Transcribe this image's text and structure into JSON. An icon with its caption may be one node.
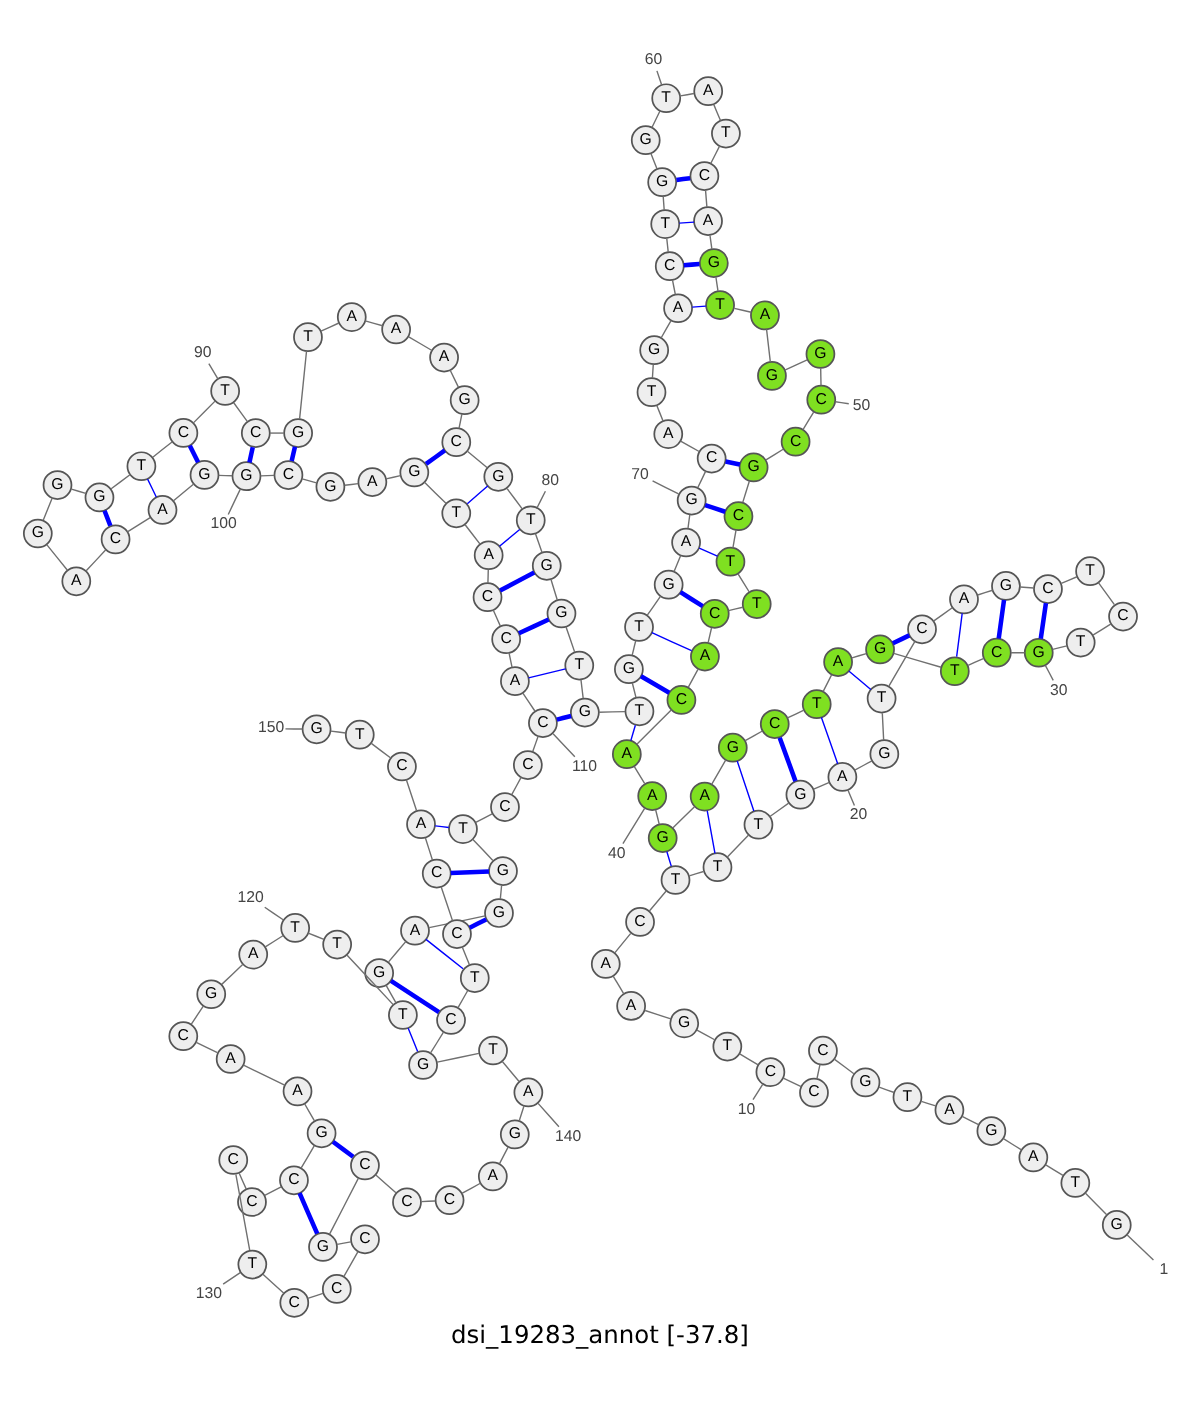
{
  "diagram": {
    "caption": "dsi_19283_annot [-37.8]",
    "nodes": [
      {
        "text": [
          "G"
        ]
      },
      {
        "text": [
          "T"
        ]
      },
      {
        "text": [
          "A"
        ]
      },
      {
        "text": [
          "G"
        ]
      },
      {
        "text": [
          "A"
        ]
      },
      {
        "text": [
          "T"
        ]
      },
      {
        "text": [
          "G"
        ]
      },
      {
        "text": [
          "C"
        ]
      },
      {
        "text": [
          "C"
        ]
      },
      {
        "text": [
          "C"
        ]
      },
      {
        "text": [
          "T"
        ]
      },
      {
        "text": [
          "G"
        ]
      },
      {
        "text": [
          "A"
        ]
      },
      {
        "text": [
          "A"
        ]
      },
      {
        "text": [
          "C"
        ]
      },
      {
        "text": [
          "T"
        ]
      },
      {
        "text": [
          "T"
        ]
      },
      {
        "text": [
          "T"
        ]
      },
      {
        "text": [
          "G"
        ]
      },
      {
        "text": [
          "A"
        ]
      },
      {
        "text": [
          "G"
        ]
      },
      {
        "text": [
          "T"
        ]
      },
      {
        "text": [
          "C"
        ]
      },
      {
        "text": [
          "A"
        ]
      },
      {
        "text": [
          "G"
        ]
      },
      {
        "text": [
          "C"
        ]
      },
      {
        "text": [
          "T"
        ]
      },
      {
        "text": [
          "C"
        ]
      },
      {
        "text": [
          "T"
        ]
      },
      {
        "text": [
          "G"
        ]
      },
      {
        "text": [
          "C"
        ]
      },
      {
        "text": [
          "T"
        ]
      },
      {
        "text": [
          "G"
        ]
      },
      {
        "text": [
          "A"
        ]
      },
      {
        "text": [
          "T"
        ]
      },
      {
        "text": [
          "C"
        ]
      },
      {
        "text": [
          "G"
        ]
      },
      {
        "text": [
          "A"
        ]
      },
      {
        "text": [
          "G"
        ]
      },
      {
        "text": [
          "A"
        ]
      },
      {
        "text": [
          "A"
        ]
      },
      {
        "text": [
          "C"
        ]
      },
      {
        "text": [
          "A"
        ]
      },
      {
        "text": [
          "C"
        ]
      },
      {
        "text": [
          "T"
        ]
      },
      {
        "text": [
          "T"
        ]
      },
      {
        "text": [
          "C"
        ]
      },
      {
        "text": [
          "G"
        ]
      },
      {
        "text": [
          "C"
        ]
      },
      {
        "text": [
          "C"
        ]
      },
      {
        "text": [
          "G"
        ]
      },
      {
        "text": [
          "G"
        ]
      },
      {
        "text": [
          "A"
        ]
      },
      {
        "text": [
          "T"
        ]
      },
      {
        "text": [
          "G"
        ]
      },
      {
        "text": [
          "A"
        ]
      },
      {
        "text": [
          "C"
        ]
      },
      {
        "text": [
          "T"
        ]
      },
      {
        "text": [
          "A"
        ]
      },
      {
        "text": [
          "T"
        ]
      },
      {
        "text": [
          "G"
        ]
      },
      {
        "text": [
          "G"
        ]
      },
      {
        "text": [
          "T"
        ]
      },
      {
        "text": [
          "C"
        ]
      },
      {
        "text": [
          "A"
        ]
      },
      {
        "text": [
          "G"
        ]
      },
      {
        "text": [
          "T"
        ]
      },
      {
        "text": [
          "A"
        ]
      },
      {
        "text": [
          "C"
        ]
      },
      {
        "text": [
          "G"
        ]
      },
      {
        "text": [
          "A"
        ]
      },
      {
        "text": [
          "G"
        ]
      },
      {
        "text": [
          "T"
        ]
      },
      {
        "text": [
          "G"
        ]
      },
      {
        "text": [
          "T"
        ]
      },
      {
        "text": [
          "G"
        ]
      },
      {
        "text": [
          "T"
        ]
      },
      {
        "text": [
          "G"
        ]
      },
      {
        "text": [
          "G"
        ]
      },
      {
        "text": [
          "T"
        ]
      },
      {
        "text": [
          "G"
        ]
      },
      {
        "text": [
          "C"
        ]
      },
      {
        "text": [
          "G"
        ]
      },
      {
        "text": [
          "A"
        ]
      },
      {
        "text": [
          "A"
        ]
      },
      {
        "text": [
          "A"
        ]
      },
      {
        "text": [
          "T"
        ]
      },
      {
        "text": [
          "G"
        ]
      },
      {
        "text": [
          "C"
        ]
      },
      {
        "text": [
          "T"
        ]
      },
      {
        "text": [
          "C"
        ]
      },
      {
        "text": [
          "T"
        ]
      },
      {
        "text": [
          "G"
        ]
      },
      {
        "text": [
          "G"
        ]
      },
      {
        "text": [
          "G"
        ]
      },
      {
        "text": [
          "A"
        ]
      },
      {
        "text": [
          "C"
        ]
      },
      {
        "text": [
          "A"
        ]
      },
      {
        "text": [
          "G"
        ]
      },
      {
        "text": [
          "G"
        ]
      },
      {
        "text": [
          "C"
        ]
      },
      {
        "text": [
          "G"
        ]
      },
      {
        "text": [
          "A"
        ]
      },
      {
        "text": [
          "G"
        ]
      },
      {
        "text": [
          "T"
        ]
      },
      {
        "text": [
          "A"
        ]
      },
      {
        "text": [
          "C"
        ]
      },
      {
        "text": [
          "C"
        ]
      },
      {
        "text": [
          "A"
        ]
      },
      {
        "text": [
          "C"
        ]
      },
      {
        "text": [
          "C"
        ]
      },
      {
        "text": [
          "C"
        ]
      },
      {
        "text": [
          "T"
        ]
      },
      {
        "text": [
          "G"
        ]
      },
      {
        "text": [
          "G"
        ]
      },
      {
        "text": [
          "A"
        ]
      },
      {
        "text": [
          "G"
        ]
      },
      {
        "text": [
          "T"
        ]
      },
      {
        "text": [
          "T"
        ]
      },
      {
        "text": [
          "T"
        ]
      },
      {
        "text": [
          "A"
        ]
      },
      {
        "text": [
          "G"
        ]
      },
      {
        "text": [
          "C"
        ]
      },
      {
        "text": [
          "A"
        ]
      },
      {
        "text": [
          "A"
        ]
      },
      {
        "text": [
          "G"
        ]
      },
      {
        "text": [
          "C"
        ]
      },
      {
        "text": [
          "C"
        ]
      },
      {
        "text": [
          "C"
        ]
      },
      {
        "text": [
          "T"
        ]
      },
      {
        "text": [
          "C"
        ]
      },
      {
        "text": [
          "C"
        ]
      },
      {
        "text": [
          "C"
        ]
      },
      {
        "text": [
          "G"
        ]
      },
      {
        "text": [
          "C"
        ]
      },
      {
        "text": [
          "C"
        ]
      },
      {
        "text": [
          "C"
        ]
      },
      {
        "text": [
          "A"
        ]
      },
      {
        "text": [
          "G"
        ]
      },
      {
        "text": [
          "A"
        ]
      },
      {
        "text": [
          "T"
        ]
      },
      {
        "text": [
          "G"
        ]
      },
      {
        "text": [
          "C"
        ]
      },
      {
        "text": [
          "T"
        ]
      },
      {
        "text": [
          "C"
        ]
      },
      {
        "text": [
          "C"
        ]
      },
      {
        "text": [
          "A"
        ]
      },
      {
        "text": [
          "C"
        ]
      },
      {
        "text": [
          "T"
        ]
      },
      {
        "text": [
          "G"
        ]
      },
      {
        "text": [
          "1"
        ]
      },
      {
        "text": [
          "10"
        ]
      },
      {
        "text": [
          "20"
        ]
      },
      {
        "text": [
          "30"
        ]
      },
      {
        "text": [
          "40"
        ]
      },
      {
        "text": [
          "50"
        ]
      },
      {
        "text": [
          "60"
        ]
      },
      {
        "text": [
          "70"
        ]
      },
      {
        "text": [
          "80"
        ]
      },
      {
        "text": [
          "90"
        ]
      },
      {
        "text": [
          "100"
        ]
      },
      {
        "text": [
          "110"
        ]
      },
      {
        "text": [
          "120"
        ]
      },
      {
        "text": [
          "130"
        ]
      },
      {
        "text": [
          "140"
        ]
      },
      {
        "text": [
          "150"
        ]
      }
    ],
    "edges": [
      {
        "from": 0,
        "to": 1,
        "arrow": "none"
      },
      {
        "from": 1,
        "to": 2,
        "arrow": "none"
      },
      {
        "from": 2,
        "to": 3,
        "arrow": "none"
      },
      {
        "from": 3,
        "to": 4,
        "arrow": "none"
      },
      {
        "from": 4,
        "to": 5,
        "arrow": "none"
      },
      {
        "from": 5,
        "to": 6,
        "arrow": "none"
      },
      {
        "from": 6,
        "to": 7,
        "arrow": "none"
      },
      {
        "from": 7,
        "to": 8,
        "arrow": "none"
      },
      {
        "from": 8,
        "to": 9,
        "arrow": "none"
      },
      {
        "from": 9,
        "to": 10,
        "arrow": "none"
      },
      {
        "from": 10,
        "to": 11,
        "arrow": "none"
      },
      {
        "from": 11,
        "to": 12,
        "arrow": "none"
      },
      {
        "from": 12,
        "to": 13,
        "arrow": "none"
      },
      {
        "from": 13,
        "to": 14,
        "arrow": "none"
      },
      {
        "from": 14,
        "to": 15,
        "arrow": "none"
      },
      {
        "from": 15,
        "to": 16,
        "arrow": "none"
      },
      {
        "from": 16,
        "to": 17,
        "arrow": "none"
      },
      {
        "from": 17,
        "to": 18,
        "arrow": "none"
      },
      {
        "from": 18,
        "to": 19,
        "arrow": "none"
      },
      {
        "from": 19,
        "to": 20,
        "arrow": "none"
      },
      {
        "from": 20,
        "to": 21,
        "arrow": "none"
      },
      {
        "from": 21,
        "to": 22,
        "arrow": "none"
      },
      {
        "from": 22,
        "to": 23,
        "arrow": "none"
      },
      {
        "from": 23,
        "to": 24,
        "arrow": "none"
      },
      {
        "from": 24,
        "to": 25,
        "arrow": "none"
      },
      {
        "from": 25,
        "to": 26,
        "arrow": "none"
      },
      {
        "from": 26,
        "to": 27,
        "arrow": "none"
      },
      {
        "from": 27,
        "to": 28,
        "arrow": "none"
      },
      {
        "from": 28,
        "to": 29,
        "arrow": "none"
      },
      {
        "from": 29,
        "to": 30,
        "arrow": "none"
      },
      {
        "from": 30,
        "to": 31,
        "arrow": "none"
      },
      {
        "from": 31,
        "to": 32,
        "arrow": "none"
      },
      {
        "from": 32,
        "to": 33,
        "arrow": "none"
      },
      {
        "from": 33,
        "to": 34,
        "arrow": "none"
      },
      {
        "from": 34,
        "to": 35,
        "arrow": "none"
      },
      {
        "from": 35,
        "to": 36,
        "arrow": "none"
      },
      {
        "from": 36,
        "to": 37,
        "arrow": "none"
      },
      {
        "from": 37,
        "to": 38,
        "arrow": "none"
      },
      {
        "from": 38,
        "to": 39,
        "arrow": "none"
      },
      {
        "from": 39,
        "to": 40,
        "arrow": "none"
      },
      {
        "from": 40,
        "to": 41,
        "arrow": "none"
      },
      {
        "from": 41,
        "to": 42,
        "arrow": "none"
      },
      {
        "from": 42,
        "to": 43,
        "arrow": "none"
      },
      {
        "from": 43,
        "to": 44,
        "arrow": "none"
      },
      {
        "from": 44,
        "to": 45,
        "arrow": "none"
      },
      {
        "from": 45,
        "to": 46,
        "arrow": "none"
      },
      {
        "from": 46,
        "to": 47,
        "arrow": "none"
      },
      {
        "from": 47,
        "to": 48,
        "arrow": "none"
      },
      {
        "from": 48,
        "to": 49,
        "arrow": "none"
      },
      {
        "from": 49,
        "to": 50,
        "arrow": "none"
      },
      {
        "from": 50,
        "to": 51,
        "arrow": "none"
      },
      {
        "from": 51,
        "to": 52,
        "arrow": "none"
      },
      {
        "from": 52,
        "to": 53,
        "arrow": "none"
      },
      {
        "from": 53,
        "to": 54,
        "arrow": "none"
      },
      {
        "from": 54,
        "to": 55,
        "arrow": "none"
      },
      {
        "from": 55,
        "to": 56,
        "arrow": "none"
      },
      {
        "from": 56,
        "to": 57,
        "arrow": "none"
      },
      {
        "from": 57,
        "to": 58,
        "arrow": "none"
      },
      {
        "from": 58,
        "to": 59,
        "arrow": "none"
      },
      {
        "from": 59,
        "to": 60,
        "arrow": "none"
      },
      {
        "from": 60,
        "to": 61,
        "arrow": "none"
      },
      {
        "from": 61,
        "to": 62,
        "arrow": "none"
      },
      {
        "from": 62,
        "to": 63,
        "arrow": "none"
      },
      {
        "from": 63,
        "to": 64,
        "arrow": "none"
      },
      {
        "from": 64,
        "to": 65,
        "arrow": "none"
      },
      {
        "from": 65,
        "to": 66,
        "arrow": "none"
      },
      {
        "from": 66,
        "to": 67,
        "arrow": "none"
      },
      {
        "from": 67,
        "to": 68,
        "arrow": "none"
      },
      {
        "from": 68,
        "to": 69,
        "arrow": "none"
      },
      {
        "from": 69,
        "to": 70,
        "arrow": "none"
      },
      {
        "from": 70,
        "to": 71,
        "arrow": "none"
      },
      {
        "from": 71,
        "to": 72,
        "arrow": "none"
      },
      {
        "from": 72,
        "to": 73,
        "arrow": "none"
      },
      {
        "from": 73,
        "to": 74,
        "arrow": "none"
      },
      {
        "from": 74,
        "to": 75,
        "arrow": "none"
      },
      {
        "from": 75,
        "to": 76,
        "arrow": "none"
      },
      {
        "from": 76,
        "to": 77,
        "arrow": "none"
      },
      {
        "from": 77,
        "to": 78,
        "arrow": "none"
      },
      {
        "from": 78,
        "to": 79,
        "arrow": "none"
      },
      {
        "from": 79,
        "to": 80,
        "arrow": "none"
      },
      {
        "from": 80,
        "to": 81,
        "arrow": "none"
      },
      {
        "from": 81,
        "to": 82,
        "arrow": "none"
      },
      {
        "from": 82,
        "to": 83,
        "arrow": "none"
      },
      {
        "from": 83,
        "to": 84,
        "arrow": "none"
      },
      {
        "from": 84,
        "to": 85,
        "arrow": "none"
      },
      {
        "from": 85,
        "to": 86,
        "arrow": "none"
      },
      {
        "from": 86,
        "to": 87,
        "arrow": "none"
      },
      {
        "from": 87,
        "to": 88,
        "arrow": "none"
      },
      {
        "from": 88,
        "to": 89,
        "arrow": "none"
      },
      {
        "from": 89,
        "to": 90,
        "arrow": "none"
      },
      {
        "from": 90,
        "to": 91,
        "arrow": "none"
      },
      {
        "from": 91,
        "to": 92,
        "arrow": "none"
      },
      {
        "from": 92,
        "to": 93,
        "arrow": "none"
      },
      {
        "from": 93,
        "to": 94,
        "arrow": "none"
      },
      {
        "from": 94,
        "to": 95,
        "arrow": "none"
      },
      {
        "from": 95,
        "to": 96,
        "arrow": "none"
      },
      {
        "from": 96,
        "to": 97,
        "arrow": "none"
      },
      {
        "from": 97,
        "to": 98,
        "arrow": "none"
      },
      {
        "from": 98,
        "to": 99,
        "arrow": "none"
      },
      {
        "from": 99,
        "to": 100,
        "arrow": "none"
      },
      {
        "from": 100,
        "to": 101,
        "arrow": "none"
      },
      {
        "from": 101,
        "to": 102,
        "arrow": "none"
      },
      {
        "from": 102,
        "to": 103,
        "arrow": "none"
      },
      {
        "from": 103,
        "to": 104,
        "arrow": "none"
      },
      {
        "from": 104,
        "to": 105,
        "arrow": "none"
      },
      {
        "from": 105,
        "to": 106,
        "arrow": "none"
      },
      {
        "from": 106,
        "to": 107,
        "arrow": "none"
      },
      {
        "from": 107,
        "to": 108,
        "arrow": "none"
      },
      {
        "from": 108,
        "to": 109,
        "arrow": "none"
      },
      {
        "from": 109,
        "to": 110,
        "arrow": "none"
      },
      {
        "from": 110,
        "to": 111,
        "arrow": "none"
      },
      {
        "from": 111,
        "to": 112,
        "arrow": "none"
      },
      {
        "from": 112,
        "to": 113,
        "arrow": "none"
      },
      {
        "from": 113,
        "to": 114,
        "arrow": "none"
      },
      {
        "from": 114,
        "to": 115,
        "arrow": "none"
      },
      {
        "from": 115,
        "to": 116,
        "arrow": "none"
      },
      {
        "from": 116,
        "to": 117,
        "arrow": "none"
      },
      {
        "from": 117,
        "to": 118,
        "arrow": "none"
      },
      {
        "from": 118,
        "to": 119,
        "arrow": "none"
      },
      {
        "from": 119,
        "to": 120,
        "arrow": "none"
      },
      {
        "from": 120,
        "to": 121,
        "arrow": "none"
      },
      {
        "from": 121,
        "to": 122,
        "arrow": "none"
      },
      {
        "from": 122,
        "to": 123,
        "arrow": "none"
      },
      {
        "from": 123,
        "to": 124,
        "arrow": "none"
      },
      {
        "from": 124,
        "to": 125,
        "arrow": "none"
      },
      {
        "from": 125,
        "to": 126,
        "arrow": "none"
      },
      {
        "from": 126,
        "to": 127,
        "arrow": "none"
      },
      {
        "from": 127,
        "to": 128,
        "arrow": "none"
      },
      {
        "from": 128,
        "to": 129,
        "arrow": "none"
      },
      {
        "from": 129,
        "to": 130,
        "arrow": "none"
      },
      {
        "from": 130,
        "to": 131,
        "arrow": "none"
      },
      {
        "from": 131,
        "to": 132,
        "arrow": "none"
      },
      {
        "from": 132,
        "to": 133,
        "arrow": "none"
      },
      {
        "from": 133,
        "to": 134,
        "arrow": "none"
      },
      {
        "from": 134,
        "to": 135,
        "arrow": "none"
      },
      {
        "from": 135,
        "to": 136,
        "arrow": "none"
      },
      {
        "from": 136,
        "to": 137,
        "arrow": "none"
      },
      {
        "from": 137,
        "to": 138,
        "arrow": "none"
      },
      {
        "from": 138,
        "to": 139,
        "arrow": "none"
      },
      {
        "from": 139,
        "to": 140,
        "arrow": "none"
      },
      {
        "from": 140,
        "to": 141,
        "arrow": "none"
      },
      {
        "from": 141,
        "to": 142,
        "arrow": "none"
      },
      {
        "from": 142,
        "to": 143,
        "arrow": "none"
      },
      {
        "from": 143,
        "to": 144,
        "arrow": "none"
      },
      {
        "from": 144,
        "to": 145,
        "arrow": "none"
      },
      {
        "from": 145,
        "to": 146,
        "arrow": "none"
      },
      {
        "from": 146,
        "to": 147,
        "arrow": "none"
      },
      {
        "from": 147,
        "to": 148,
        "arrow": "none"
      },
      {
        "from": 148,
        "to": 149,
        "arrow": "none"
      },
      {
        "from": 29,
        "to": 25,
        "arrow": "none",
        "style": "thick",
        "color": "#0000ff"
      },
      {
        "from": 30,
        "to": 24,
        "arrow": "none",
        "style": "thick",
        "color": "#0000ff"
      },
      {
        "from": 31,
        "to": 23,
        "arrow": "none",
        "color": "#0000ff"
      },
      {
        "from": 32,
        "to": 22,
        "arrow": "none",
        "style": "thick",
        "color": "#0000ff"
      },
      {
        "from": 33,
        "to": 21,
        "arrow": "none",
        "color": "#0000ff"
      },
      {
        "from": 34,
        "to": 19,
        "arrow": "none",
        "color": "#0000ff"
      },
      {
        "from": 35,
        "to": 18,
        "arrow": "none",
        "style": "thick",
        "color": "#0000ff"
      },
      {
        "from": 36,
        "to": 17,
        "arrow": "none",
        "color": "#0000ff"
      },
      {
        "from": 37,
        "to": 16,
        "arrow": "none",
        "color": "#0000ff"
      },
      {
        "from": 38,
        "to": 15,
        "arrow": "none",
        "color": "#0000ff"
      },
      {
        "from": 40,
        "to": 74,
        "arrow": "none",
        "color": "#0000ff"
      },
      {
        "from": 41,
        "to": 73,
        "arrow": "none",
        "style": "thick",
        "color": "#0000ff"
      },
      {
        "from": 42,
        "to": 72,
        "arrow": "none",
        "color": "#0000ff"
      },
      {
        "from": 43,
        "to": 71,
        "arrow": "none",
        "style": "thick",
        "color": "#0000ff"
      },
      {
        "from": 45,
        "to": 70,
        "arrow": "none",
        "color": "#0000ff"
      },
      {
        "from": 46,
        "to": 69,
        "arrow": "none",
        "style": "thick",
        "color": "#0000ff"
      },
      {
        "from": 47,
        "to": 68,
        "arrow": "none",
        "style": "thick",
        "color": "#0000ff"
      },
      {
        "from": 53,
        "to": 64,
        "arrow": "none",
        "color": "#0000ff"
      },
      {
        "from": 54,
        "to": 63,
        "arrow": "none",
        "style": "thick",
        "color": "#0000ff"
      },
      {
        "from": 55,
        "to": 62,
        "arrow": "none",
        "color": "#0000ff"
      },
      {
        "from": 56,
        "to": 61,
        "arrow": "none",
        "style": "thick",
        "color": "#0000ff"
      },
      {
        "from": 75,
        "to": 109,
        "arrow": "none",
        "style": "thick",
        "color": "#0000ff"
      },
      {
        "from": 76,
        "to": 108,
        "arrow": "none",
        "color": "#0000ff"
      },
      {
        "from": 77,
        "to": 107,
        "arrow": "none",
        "style": "thick",
        "color": "#0000ff"
      },
      {
        "from": 78,
        "to": 106,
        "arrow": "none",
        "style": "thick",
        "color": "#0000ff"
      },
      {
        "from": 79,
        "to": 105,
        "arrow": "none",
        "color": "#0000ff"
      },
      {
        "from": 80,
        "to": 104,
        "arrow": "none",
        "color": "#0000ff"
      },
      {
        "from": 81,
        "to": 103,
        "arrow": "none",
        "style": "thick",
        "color": "#0000ff"
      },
      {
        "from": 87,
        "to": 100,
        "arrow": "none",
        "style": "thick",
        "color": "#0000ff"
      },
      {
        "from": 88,
        "to": 99,
        "arrow": "none",
        "style": "thick",
        "color": "#0000ff"
      },
      {
        "from": 90,
        "to": 98,
        "arrow": "none",
        "style": "thick",
        "color": "#0000ff"
      },
      {
        "from": 91,
        "to": 97,
        "arrow": "none",
        "color": "#0000ff"
      },
      {
        "from": 92,
        "to": 96,
        "arrow": "none",
        "style": "thick",
        "color": "#0000ff"
      },
      {
        "from": 112,
        "to": 146,
        "arrow": "none",
        "color": "#0000ff"
      },
      {
        "from": 113,
        "to": 145,
        "arrow": "none",
        "style": "thick",
        "color": "#0000ff"
      },
      {
        "from": 114,
        "to": 144,
        "arrow": "none",
        "style": "thick",
        "color": "#0000ff"
      },
      {
        "from": 115,
        "to": 143,
        "arrow": "none",
        "color": "#0000ff"
      },
      {
        "from": 116,
        "to": 142,
        "arrow": "none",
        "style": "thick",
        "color": "#0000ff"
      },
      {
        "from": 117,
        "to": 141,
        "arrow": "none",
        "color": "#0000ff"
      },
      {
        "from": 125,
        "to": 134,
        "arrow": "none",
        "style": "thick",
        "color": "#0000ff"
      },
      {
        "from": 126,
        "to": 133,
        "arrow": "none",
        "style": "thick",
        "color": "#0000ff"
      },
      {
        "from": 150,
        "to": 0,
        "arrow": "none"
      },
      {
        "from": 151,
        "to": 9,
        "arrow": "none"
      },
      {
        "from": 152,
        "to": 19,
        "arrow": "none"
      },
      {
        "from": 153,
        "to": 29,
        "arrow": "none"
      },
      {
        "from": 154,
        "to": 39,
        "arrow": "none"
      },
      {
        "from": 155,
        "to": 49,
        "arrow": "none"
      },
      {
        "from": 156,
        "to": 59,
        "arrow": "none"
      },
      {
        "from": 157,
        "to": 69,
        "arrow": "none"
      },
      {
        "from": 158,
        "to": 79,
        "arrow": "none"
      },
      {
        "from": 159,
        "to": 89,
        "arrow": "none"
      },
      {
        "from": 160,
        "to": 99,
        "arrow": "none"
      },
      {
        "from": 161,
        "to": 109,
        "arrow": "none"
      },
      {
        "from": 162,
        "to": 119,
        "arrow": "none"
      },
      {
        "from": 163,
        "to": 129,
        "arrow": "none"
      },
      {
        "from": 164,
        "to": 139,
        "arrow": "none"
      },
      {
        "from": 165,
        "to": 149,
        "arrow": "none"
      }
    ]
  }
}
